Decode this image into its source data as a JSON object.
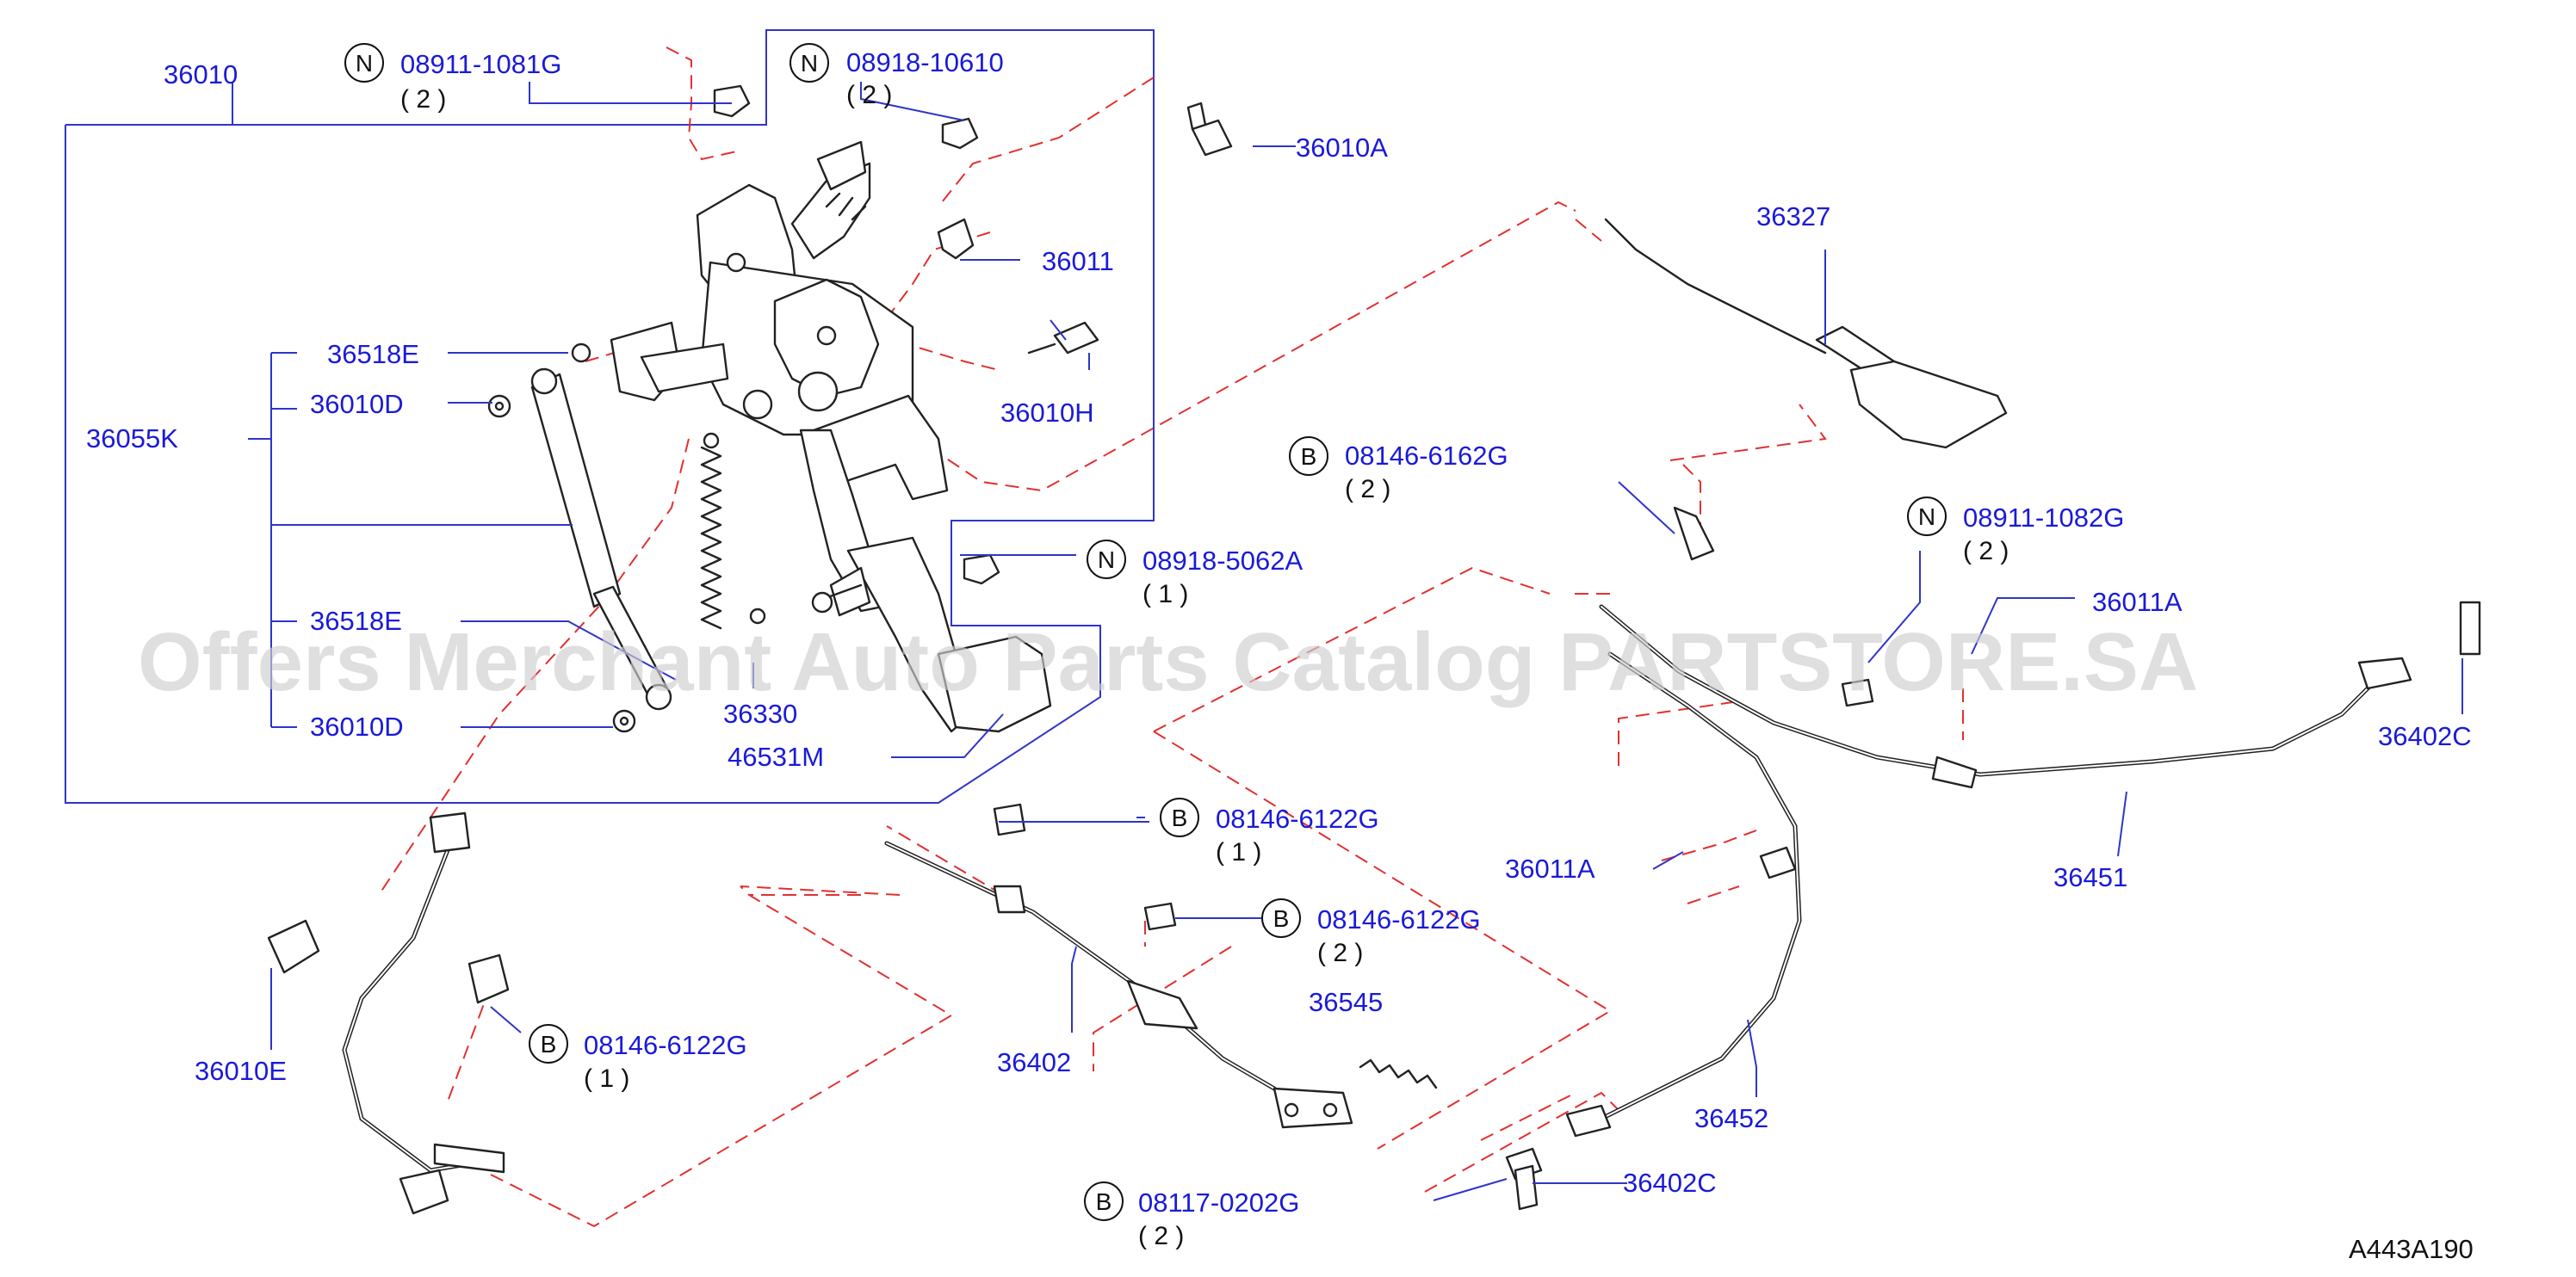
{
  "watermark": "Offers Merchant Auto Parts Catalog PARTSTORE.SA",
  "figure_code": "A443A190",
  "colors": {
    "label": "#1a1ad8",
    "leader": "#2f35c8",
    "phantom": "#e23030",
    "part": "#222222",
    "watermark": "#cfcfcf"
  },
  "labels": {
    "p36010": "36010",
    "p36010A": "36010A",
    "p36011": "36011",
    "p36010H": "36010H",
    "p36327": "36327",
    "p36518E_a": "36518E",
    "p36010D_a": "36010D",
    "p36055K": "36055K",
    "p36518E_b": "36518E",
    "p36010D_b": "36010D",
    "p36330": "36330",
    "p46531M": "46531M",
    "p36010E": "36010E",
    "p36402": "36402",
    "p36545": "36545",
    "p36011A_a": "36011A",
    "p36011A_b": "36011A",
    "p36451": "36451",
    "p36452": "36452",
    "p36402C_a": "36402C",
    "p36402C_b": "36402C"
  },
  "callouts": [
    {
      "mark": "N",
      "code": "08911-1081G",
      "qty": "( 2 )"
    },
    {
      "mark": "N",
      "code": "08918-10610",
      "qty": "( 2 )"
    },
    {
      "mark": "B",
      "code": "08146-6162G",
      "qty": "( 2 )"
    },
    {
      "mark": "N",
      "code": "08911-1082G",
      "qty": "( 2 )"
    },
    {
      "mark": "N",
      "code": "08918-5062A",
      "qty": "( 1 )"
    },
    {
      "mark": "B",
      "code": "08146-6122G",
      "qty": "( 1 )"
    },
    {
      "mark": "B",
      "code": "08146-6122G",
      "qty": "( 2 )"
    },
    {
      "mark": "B",
      "code": "08146-6122G",
      "qty": "( 1 )"
    },
    {
      "mark": "B",
      "code": "08117-0202G",
      "qty": "( 2 )"
    }
  ]
}
